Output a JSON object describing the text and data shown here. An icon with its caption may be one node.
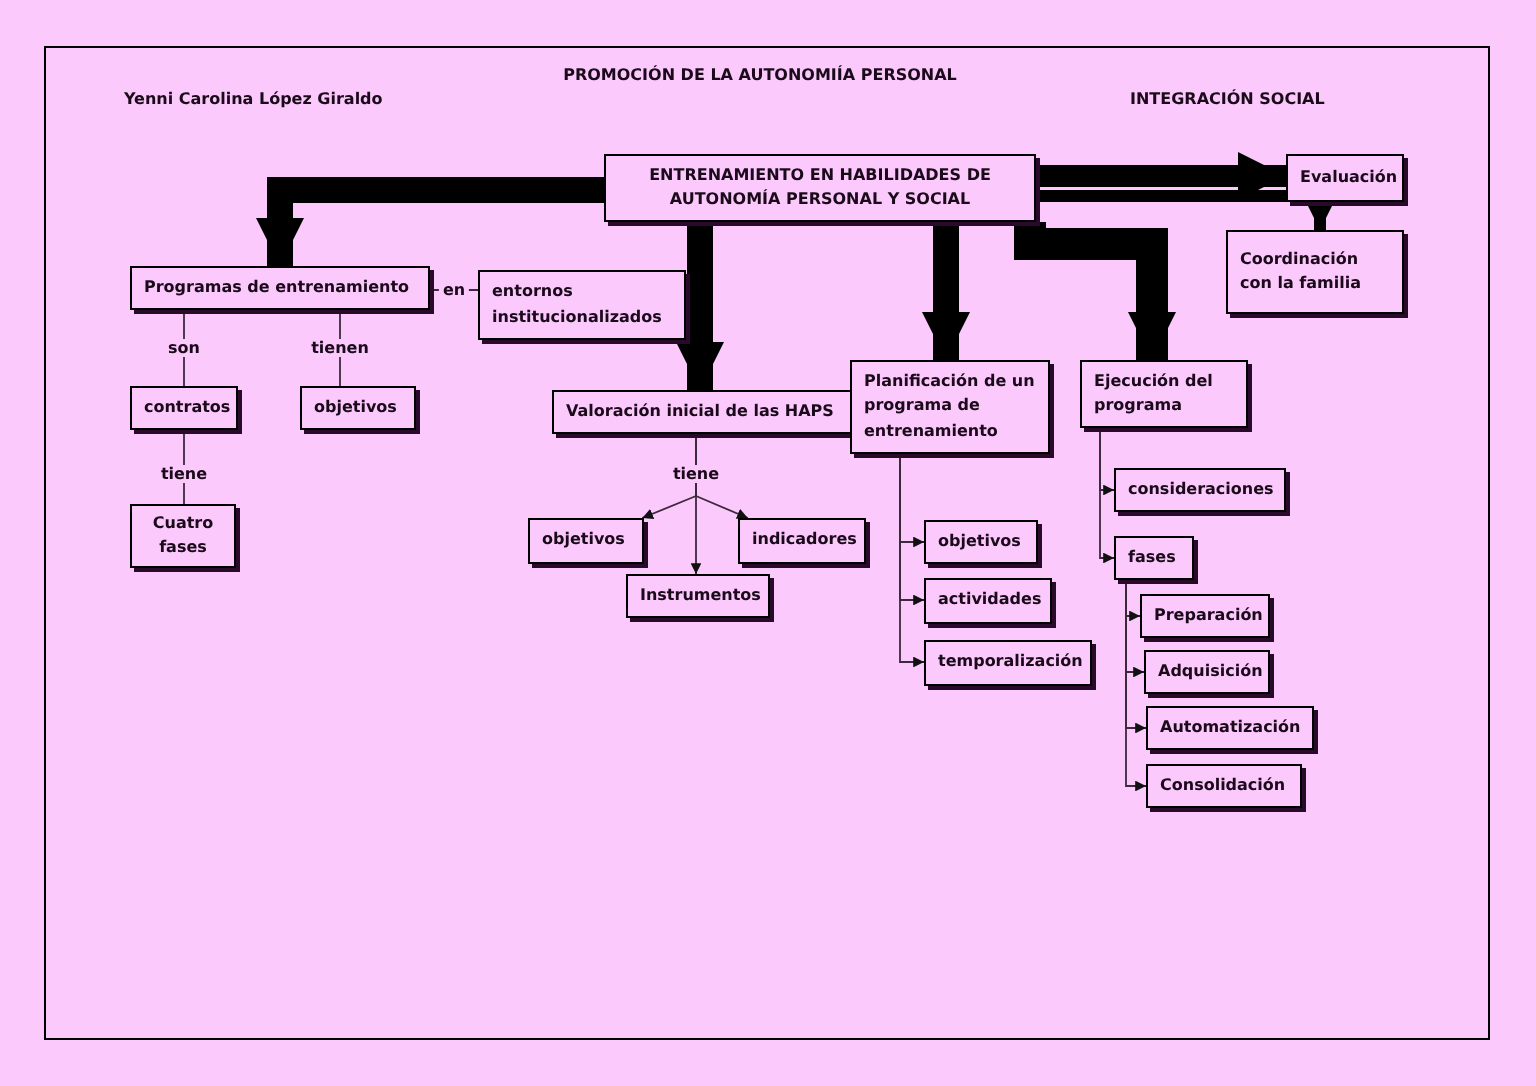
{
  "diagram": {
    "title": "PROMOCIÓN DE LA AUTONOMIÍA PERSONAL",
    "nodes": [
      {
        "text": [
          "ENTRENAMIENTO EN HABILIDADES DE AUTONOMÍA PERSONAL Y SOCIAL"
        ]
      },
      {
        "text": [
          "Evaluación"
        ]
      },
      {
        "text": [
          "Coordinación con la familia"
        ]
      },
      {
        "text": [
          "Programas de entrenamiento"
        ]
      },
      {
        "text": [
          "entornos institucionalizados"
        ]
      },
      {
        "text": [
          "contratos"
        ]
      },
      {
        "text": [
          "objetivos"
        ]
      },
      {
        "text": [
          "Cuatro fases"
        ]
      },
      {
        "text": [
          "Valoración inicial de las HAPS"
        ]
      },
      {
        "text": [
          "objetivos"
        ]
      },
      {
        "text": [
          "indicadores"
        ]
      },
      {
        "text": [
          "Instrumentos"
        ]
      },
      {
        "text": [
          "Planificación de un programa de entrenamiento"
        ]
      },
      {
        "text": [
          "objetivos"
        ]
      },
      {
        "text": [
          "actividades"
        ]
      },
      {
        "text": [
          "temporalización"
        ]
      },
      {
        "text": [
          "Ejecución del programa"
        ]
      },
      {
        "text": [
          "consideraciones"
        ]
      },
      {
        "text": [
          "fases"
        ]
      },
      {
        "text": [
          "Preparación"
        ]
      },
      {
        "text": [
          "Adquisición"
        ]
      },
      {
        "text": [
          "Automatización"
        ]
      },
      {
        "text": [
          "Consolidación"
        ]
      }
    ],
    "edges": [
      {
        "from": 0,
        "to": 3,
        "arrow": "to",
        "style": "thick"
      },
      {
        "from": 0,
        "to": 1,
        "arrow": "to",
        "style": "thick"
      },
      {
        "from": 0,
        "to": 2,
        "arrow": "to",
        "style": "thick"
      },
      {
        "from": 0,
        "to": 8,
        "arrow": "to",
        "style": "thick"
      },
      {
        "from": 0,
        "to": 12,
        "arrow": "to",
        "style": "thick"
      },
      {
        "from": 0,
        "to": 16,
        "arrow": "to",
        "style": "thick"
      },
      {
        "from": 3,
        "to": 4,
        "arrow": "none",
        "label": "en"
      },
      {
        "from": 3,
        "to": 5,
        "arrow": "none",
        "label": "son"
      },
      {
        "from": 3,
        "to": 6,
        "arrow": "none",
        "label": "tienen"
      },
      {
        "from": 5,
        "to": 7,
        "arrow": "none",
        "label": "tiene"
      },
      {
        "from": 8,
        "to": 9,
        "arrow": "to"
      },
      {
        "from": 8,
        "to": 11,
        "arrow": "to",
        "label": "tiene"
      },
      {
        "from": 8,
        "to": 10,
        "arrow": "to"
      },
      {
        "from": 12,
        "to": 13,
        "arrow": "to"
      },
      {
        "from": 12,
        "to": 14,
        "arrow": "to"
      },
      {
        "from": 12,
        "to": 15,
        "arrow": "to"
      },
      {
        "from": 16,
        "to": 17,
        "arrow": "to"
      },
      {
        "from": 16,
        "to": 18,
        "arrow": "to"
      },
      {
        "from": 18,
        "to": 19,
        "arrow": "to"
      },
      {
        "from": 18,
        "to": 20,
        "arrow": "to"
      },
      {
        "from": 18,
        "to": 21,
        "arrow": "to"
      },
      {
        "from": 18,
        "to": 22,
        "arrow": "to"
      }
    ],
    "labels": [
      "Yenni Carolina López Giraldo",
      "INTEGRACIÓN SOCIAL"
    ]
  }
}
